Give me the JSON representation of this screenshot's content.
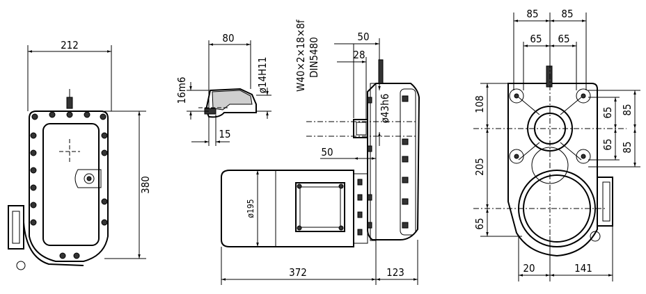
{
  "dimensions": {
    "front_width": "212",
    "front_height": "380",
    "shaft_80": "80",
    "shaft_16m6": "16m6",
    "shaft_d14h11": "ø14H11",
    "shaft_15": "15",
    "spline_w": "W40×2×18×8f",
    "spline_din": "DIN5480",
    "side_50_top": "50",
    "side_28": "28",
    "side_d43h6": "ø43h6",
    "side_50_mid": "50",
    "side_d195": "ø195",
    "side_372": "372",
    "side_123": "123",
    "rear_85_left": "85",
    "rear_85_right": "85",
    "rear_65_left": "65",
    "rear_65_right": "65",
    "rear_108": "108",
    "rear_205": "205",
    "rear_65_bottom": "65",
    "rear_right_65_top": "65",
    "rear_right_85_top": "85",
    "rear_right_65_bottom": "65",
    "rear_right_85_bottom": "85",
    "rear_20": "20",
    "rear_141": "141"
  }
}
